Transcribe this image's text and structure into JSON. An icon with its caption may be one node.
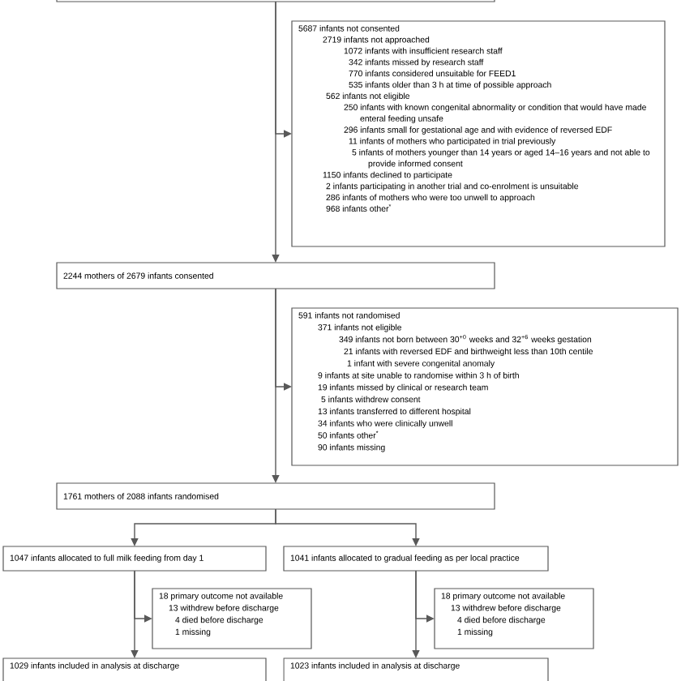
{
  "diagram": {
    "nodes": [
      {
        "text": [],
        "shape": "box"
      },
      {
        "text": [
          "5687 infants not consented",
          "2719 infants not approached",
          "1072 infants with insufficient research staff",
          "342 infants missed by research staff",
          "770 infants considered unsuitable for FEED1",
          "535 infants older than 3 h at time of possible approach",
          "562 infants not eligible",
          "250 infants with known congenital abnormality or condition that would have made enteral feeding unsafe",
          "296 infants small for gestational age and with evidence of reversed EDF",
          "11 infants of mothers who participated in trial previously",
          "5 infants of mothers younger than 14 years or aged 14–16 years and not able to provide informed consent",
          "1150 infants declined to participate",
          "2 infants participating in another trial and co-enrolment is unsuitable",
          "286 infants of mothers who were too unwell to approach",
          "968 infants other$^{*}$"
        ]
      },
      {
        "text": [
          "2244 mothers of 2679 infants consented"
        ]
      },
      {
        "text": [
          "591 infants not randomised",
          "371 infants not eligible",
          "349 infants not born between 30$^{+0}$ weeks and 32$^{+6}$ weeks gestation",
          "21 infants with reversed EDF and birthweight less than 10th centile",
          "1 infant with severe congenital anomaly",
          "9 infants at site unable to randomise within 3 h of birth",
          "19 infants missed by clinical or research team",
          "5 infants withdrew consent",
          "13 infants transferred to different hospital",
          "34 infants who were clinically unwell",
          "50 infants other$^{*}$",
          "90 infants missing"
        ]
      },
      {
        "text": [
          "1761 mothers of 2088 infants randomised"
        ]
      },
      {
        "text": [
          "1047 infants allocated to full milk feeding from day 1"
        ]
      },
      {
        "text": [
          "1041 infants allocated to gradual feeding as per local practice"
        ]
      },
      {
        "text": [
          "18 primary outcome not available",
          "13 withdrew before discharge",
          "4 died before discharge",
          "1 missing"
        ]
      },
      {
        "text": [
          "18 primary outcome not available",
          "13 withdrew before discharge",
          "4 died before discharge",
          "1 missing"
        ]
      },
      {
        "text": [
          "1029 infants included in analysis at discharge"
        ]
      },
      {
        "text": [
          "1023 infants included in analysis at discharge"
        ]
      }
    ],
    "edges": [
      {
        "from": 0,
        "to": 2,
        "arrow": "to"
      },
      {
        "from": 0,
        "to": 1,
        "arrow": "to"
      },
      {
        "from": 2,
        "to": 4,
        "arrow": "to"
      },
      {
        "from": 2,
        "to": 3,
        "arrow": "to"
      },
      {
        "from": 4,
        "to": 5,
        "arrow": "to"
      },
      {
        "from": 4,
        "to": 6,
        "arrow": "to"
      },
      {
        "from": 5,
        "to": 9,
        "arrow": "to"
      },
      {
        "from": 5,
        "to": 7,
        "arrow": "to"
      },
      {
        "from": 6,
        "to": 10,
        "arrow": "to"
      },
      {
        "from": 6,
        "to": 8,
        "arrow": "to"
      }
    ]
  }
}
